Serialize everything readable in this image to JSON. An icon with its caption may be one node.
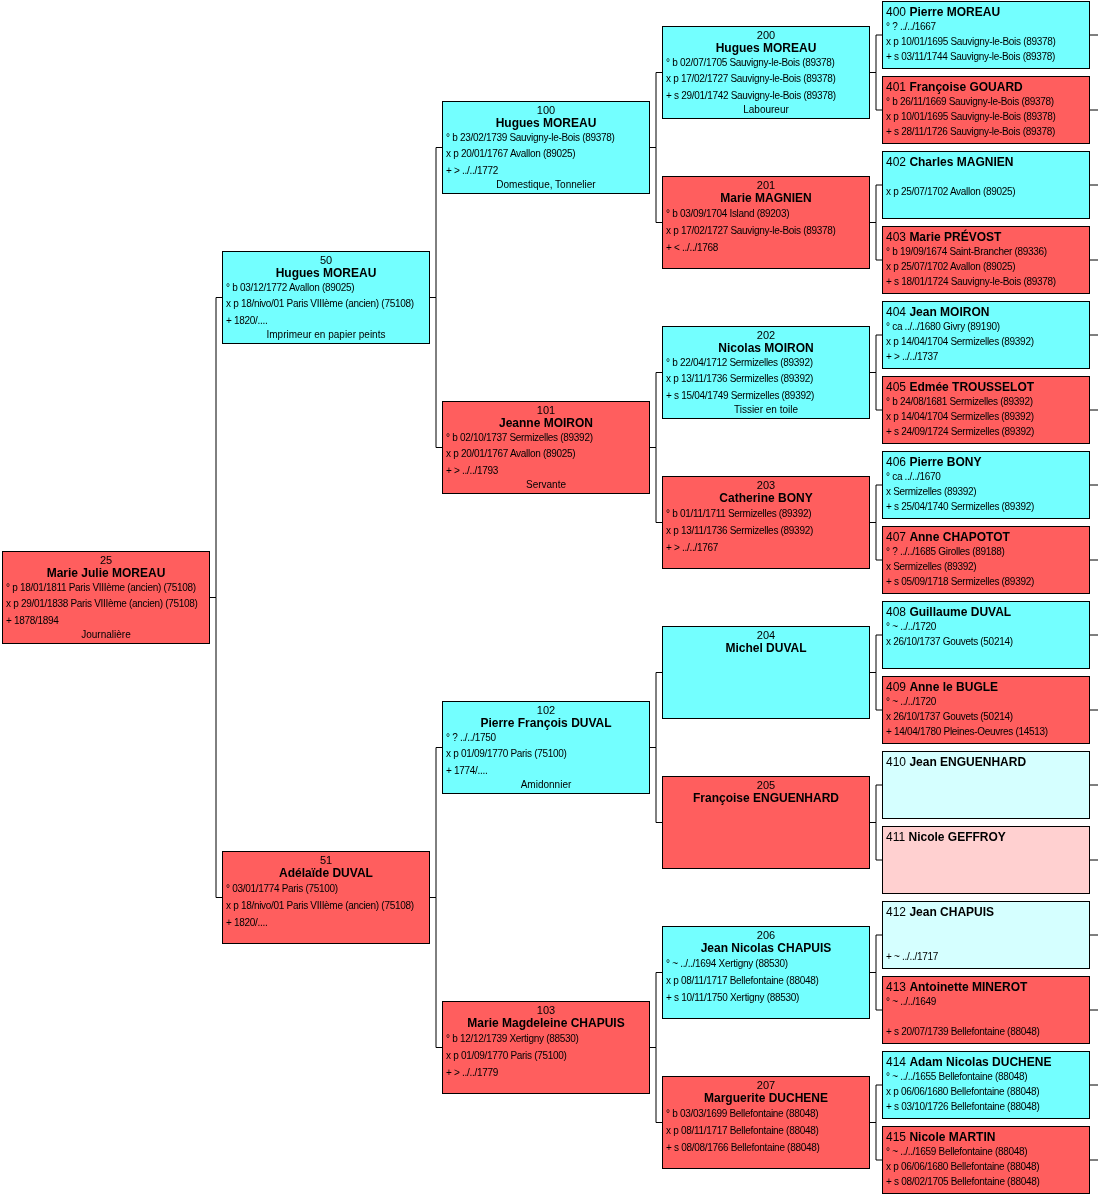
{
  "diagram": {
    "nodes": [
      {
        "text": [
          "25",
          "Marie Julie MOREAU",
          "° p 18/01/1811 Paris VIIIème (ancien) (75108)",
          "x p 29/01/1838 Paris VIIIème (ancien) (75108)",
          "+ 1878/1894",
          "Journalière"
        ]
      },
      {
        "text": [
          "50",
          "Hugues MOREAU",
          "° b 03/12/1772 Avallon (89025)",
          "x p 18/nivo/01 Paris VIIIème (ancien) (75108)",
          "+ 1820/....",
          "Imprimeur en papier peints"
        ]
      },
      {
        "text": [
          "51",
          "Adélaïde DUVAL",
          "° 03/01/1774 Paris (75100)",
          "x p 18/nivo/01 Paris VIIIème (ancien) (75108)",
          "+ 1820/...."
        ]
      },
      {
        "text": [
          "100",
          "Hugues MOREAU",
          "° b 23/02/1739 Sauvigny-le-Bois (89378)",
          "x p 20/01/1767 Avallon (89025)",
          "+ > ../../1772",
          "Domestique, Tonnelier"
        ]
      },
      {
        "text": [
          "101",
          "Jeanne MOIRON",
          "° b 02/10/1737 Sermizelles (89392)",
          "x p 20/01/1767 Avallon (89025)",
          "+ > ../../1793",
          "Servante"
        ]
      },
      {
        "text": [
          "102",
          "Pierre François DUVAL",
          "° ? ../../1750",
          "x p 01/09/1770 Paris (75100)",
          "+ 1774/....",
          "Amidonnier"
        ]
      },
      {
        "text": [
          "103",
          "Marie Magdeleine CHAPUIS",
          "° b 12/12/1739 Xertigny (88530)",
          "x p 01/09/1770 Paris (75100)",
          "+ > ../../1779"
        ]
      },
      {
        "text": [
          "200",
          "Hugues MOREAU",
          "° b 02/07/1705 Sauvigny-le-Bois (89378)",
          "x p 17/02/1727 Sauvigny-le-Bois (89378)",
          "+ s 29/01/1742 Sauvigny-le-Bois (89378)",
          "Laboureur"
        ]
      },
      {
        "text": [
          "201",
          "Marie MAGNIEN",
          "° b 03/09/1704 Island (89203)",
          "x p 17/02/1727 Sauvigny-le-Bois (89378)",
          "+ < ../../1768"
        ]
      },
      {
        "text": [
          "202",
          "Nicolas MOIRON",
          "° b 22/04/1712 Sermizelles (89392)",
          "x p 13/11/1736 Sermizelles (89392)",
          "+ s 15/04/1749 Sermizelles (89392)",
          "Tissier en toile"
        ]
      },
      {
        "text": [
          "203",
          "Catherine BONY",
          "° b 01/11/1711 Sermizelles (89392)",
          "x p 13/11/1736 Sermizelles (89392)",
          "+ > ../../1767"
        ]
      },
      {
        "text": [
          "204",
          "Michel DUVAL"
        ]
      },
      {
        "text": [
          "205",
          "Françoise ENGUENHARD"
        ]
      },
      {
        "text": [
          "206",
          "Jean Nicolas CHAPUIS",
          "° ~ ../../1694 Xertigny (88530)",
          "x p 08/11/1717 Bellefontaine (88048)",
          "+ s 10/11/1750 Xertigny (88530)"
        ]
      },
      {
        "text": [
          "207",
          "Marguerite DUCHENE",
          "° b 03/03/1699 Bellefontaine (88048)",
          "x p 08/11/1717 Bellefontaine (88048)",
          "+ s 08/08/1766 Bellefontaine (88048)"
        ]
      },
      {
        "text": [
          "400",
          "Pierre MOREAU",
          "° ? ../../1667",
          "x p 10/01/1695 Sauvigny-le-Bois (89378)",
          "+ s 03/11/1744 Sauvigny-le-Bois (89378)"
        ]
      },
      {
        "text": [
          "401",
          "Françoise GOUARD",
          "° b 26/11/1669 Sauvigny-le-Bois (89378)",
          "x p 10/01/1695 Sauvigny-le-Bois (89378)",
          "+ s 28/11/1726 Sauvigny-le-Bois (89378)"
        ]
      },
      {
        "text": [
          "402",
          "Charles MAGNIEN",
          "x p 25/07/1702 Avallon (89025)"
        ]
      },
      {
        "text": [
          "403",
          "Marie PRÉVOST",
          "° b 19/09/1674 Saint-Brancher (89336)",
          "x p 25/07/1702 Avallon (89025)",
          "+ s 18/01/1724 Sauvigny-le-Bois (89378)"
        ]
      },
      {
        "text": [
          "404",
          "Jean MOIRON",
          "° ca ../../1680 Givry (89190)",
          "x p 14/04/1704 Sermizelles (89392)",
          "+ > ../../1737"
        ]
      },
      {
        "text": [
          "405",
          "Edmée TROUSSELOT",
          "° b 24/08/1681 Sermizelles (89392)",
          "x p 14/04/1704 Sermizelles (89392)",
          "+ s 24/09/1724 Sermizelles (89392)"
        ]
      },
      {
        "text": [
          "406",
          "Pierre BONY",
          "° ca ../../1670",
          "x Sermizelles (89392)",
          "+ s 25/04/1740 Sermizelles (89392)"
        ]
      },
      {
        "text": [
          "407",
          "Anne CHAPOTOT",
          "° ? ../../1685 Girolles (89188)",
          "x Sermizelles (89392)",
          "+ s 05/09/1718 Sermizelles (89392)"
        ]
      },
      {
        "text": [
          "408",
          "Guillaume DUVAL",
          "° ~ ../../1720",
          "x 26/10/1737 Gouvets (50214)"
        ]
      },
      {
        "text": [
          "409",
          "Anne le BUGLE",
          "° ~ ../../1720",
          "x 26/10/1737 Gouvets (50214)",
          "+ 14/04/1780 Pleines-Oeuvres (14513)"
        ]
      },
      {
        "text": [
          "410",
          "Jean ENGUENHARD"
        ]
      },
      {
        "text": [
          "411",
          "Nicole GEFFROY"
        ]
      },
      {
        "text": [
          "412",
          "Jean CHAPUIS",
          "+ ~ ../../1717"
        ]
      },
      {
        "text": [
          "413",
          "Antoinette MINEROT",
          "° ~ ../../1649",
          "+ s 20/07/1739 Bellefontaine (88048)"
        ]
      },
      {
        "text": [
          "414",
          "Adam Nicolas DUCHENE",
          "° ~ ../../1655 Bellefontaine (88048)",
          "x p 06/06/1680 Bellefontaine (88048)",
          "+ s 03/10/1726 Bellefontaine (88048)"
        ]
      },
      {
        "text": [
          "415",
          "Nicole MARTIN",
          "° ~ ../../1659 Bellefontaine (88048)",
          "x p 06/06/1680 Bellefontaine (88048)",
          "+ s 08/02/1705 Bellefontaine (88048)"
        ]
      }
    ],
    "edges": [
      {
        "from": 0,
        "to": 1,
        "arrow": "none"
      },
      {
        "from": 0,
        "to": 2,
        "arrow": "none"
      },
      {
        "from": 1,
        "to": 3,
        "arrow": "none"
      },
      {
        "from": 1,
        "to": 4,
        "arrow": "none"
      },
      {
        "from": 2,
        "to": 5,
        "arrow": "none"
      },
      {
        "from": 2,
        "to": 6,
        "arrow": "none"
      },
      {
        "from": 3,
        "to": 7,
        "arrow": "none"
      },
      {
        "from": 3,
        "to": 8,
        "arrow": "none"
      },
      {
        "from": 4,
        "to": 9,
        "arrow": "none"
      },
      {
        "from": 4,
        "to": 10,
        "arrow": "none"
      },
      {
        "from": 5,
        "to": 11,
        "arrow": "none"
      },
      {
        "from": 5,
        "to": 12,
        "arrow": "none"
      },
      {
        "from": 6,
        "to": 13,
        "arrow": "none"
      },
      {
        "from": 6,
        "to": 14,
        "arrow": "none"
      },
      {
        "from": 7,
        "to": 15,
        "arrow": "none"
      },
      {
        "from": 7,
        "to": 16,
        "arrow": "none"
      },
      {
        "from": 8,
        "to": 17,
        "arrow": "none"
      },
      {
        "from": 8,
        "to": 18,
        "arrow": "none"
      },
      {
        "from": 9,
        "to": 19,
        "arrow": "none"
      },
      {
        "from": 9,
        "to": 20,
        "arrow": "none"
      },
      {
        "from": 10,
        "to": 21,
        "arrow": "none"
      },
      {
        "from": 10,
        "to": 22,
        "arrow": "none"
      },
      {
        "from": 11,
        "to": 23,
        "arrow": "none"
      },
      {
        "from": 11,
        "to": 24,
        "arrow": "none"
      },
      {
        "from": 12,
        "to": 25,
        "arrow": "none"
      },
      {
        "from": 12,
        "to": 26,
        "arrow": "none"
      },
      {
        "from": 13,
        "to": 27,
        "arrow": "none"
      },
      {
        "from": 13,
        "to": 28,
        "arrow": "none"
      },
      {
        "from": 14,
        "to": 29,
        "arrow": "none"
      },
      {
        "from": 14,
        "to": 30,
        "arrow": "none"
      },
      {
        "from": 15,
        "to": null,
        "arrow": "none"
      },
      {
        "from": 16,
        "to": null,
        "arrow": "none"
      },
      {
        "from": 17,
        "to": null,
        "arrow": "none"
      },
      {
        "from": 18,
        "to": null,
        "arrow": "none"
      },
      {
        "from": 19,
        "to": null,
        "arrow": "none"
      },
      {
        "from": 20,
        "to": null,
        "arrow": "none"
      },
      {
        "from": 21,
        "to": null,
        "arrow": "none"
      },
      {
        "from": 22,
        "to": null,
        "arrow": "none"
      },
      {
        "from": 23,
        "to": null,
        "arrow": "none"
      },
      {
        "from": 24,
        "to": null,
        "arrow": "none"
      },
      {
        "from": 25,
        "to": null,
        "arrow": "none"
      },
      {
        "from": 26,
        "to": null,
        "arrow": "none"
      },
      {
        "from": 27,
        "to": null,
        "arrow": "none"
      },
      {
        "from": 28,
        "to": null,
        "arrow": "none"
      },
      {
        "from": 29,
        "to": null,
        "arrow": "none"
      },
      {
        "from": 30,
        "to": null,
        "arrow": "none"
      }
    ]
  }
}
